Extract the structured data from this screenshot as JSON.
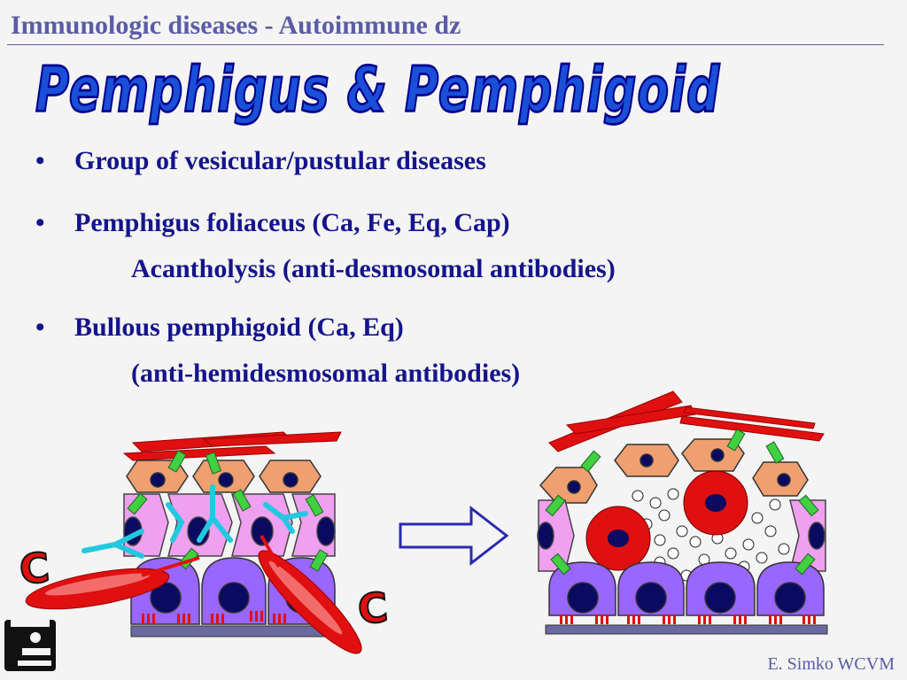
{
  "header": {
    "title": "Immunologic diseases - Autoimmune dz"
  },
  "slide": {
    "title": "Pemphigus & Pemphigoid",
    "bullets": [
      {
        "text": "Group of vesicular/pustular diseases"
      },
      {
        "text": "Pemphigus foliaceus (Ca, Fe, Eq, Cap)",
        "sub": "Acantholysis (anti-desmosomal antibodies)"
      },
      {
        "text": "Bullous pemphigoid (Ca, Eq)",
        "sub": "(anti-hemidesmosomal antibodies)"
      }
    ],
    "bullet_symbol": "•",
    "diagram": {
      "complement_label": "C"
    }
  },
  "footer": {
    "credit": "E. Simko WCVM"
  },
  "colors": {
    "header": "#5b5ba6",
    "title": "#1a4fd8",
    "text": "#14148c",
    "keratin": "#e01010",
    "antibody": "#22c8e0",
    "desmosome": "#40d040",
    "cell_pink": "#f0a0f0",
    "basal": "#9966ff"
  }
}
